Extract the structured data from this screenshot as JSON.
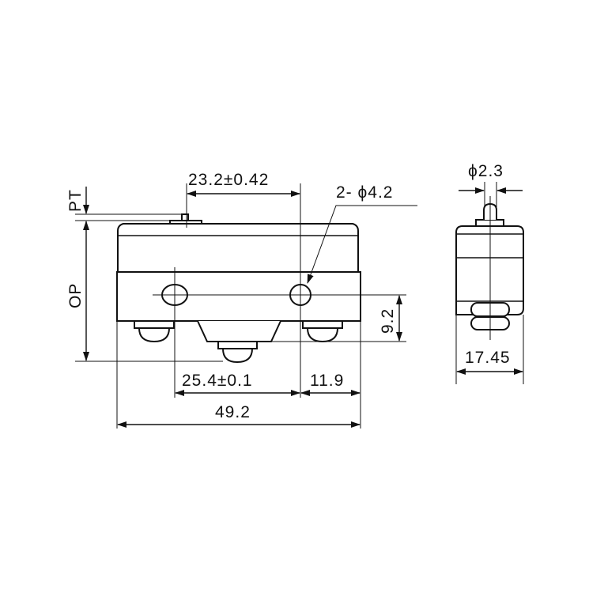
{
  "front_view": {
    "pt_label": "PT",
    "op_label": "OP",
    "hole_spacing": "23.2±0.42",
    "hole_callout": "2- ϕ4.2",
    "terminal_height": "9.2",
    "terminal_spacing": "25.4±0.1",
    "right_offset": "11.9",
    "overall_length": "49.2"
  },
  "side_view": {
    "plunger_diameter": "ϕ2.3",
    "width": "17.45"
  }
}
